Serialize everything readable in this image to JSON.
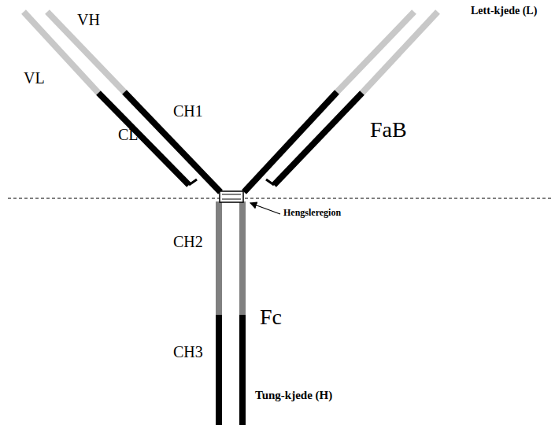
{
  "diagram": {
    "labels": [
      "VH",
      "VL",
      "CH1",
      "CL",
      "FaB",
      "Lett-kjede (L)",
      "Hengsleregion",
      "CH2",
      "Fc",
      "CH3",
      "Tung-kjede (H)"
    ]
  }
}
